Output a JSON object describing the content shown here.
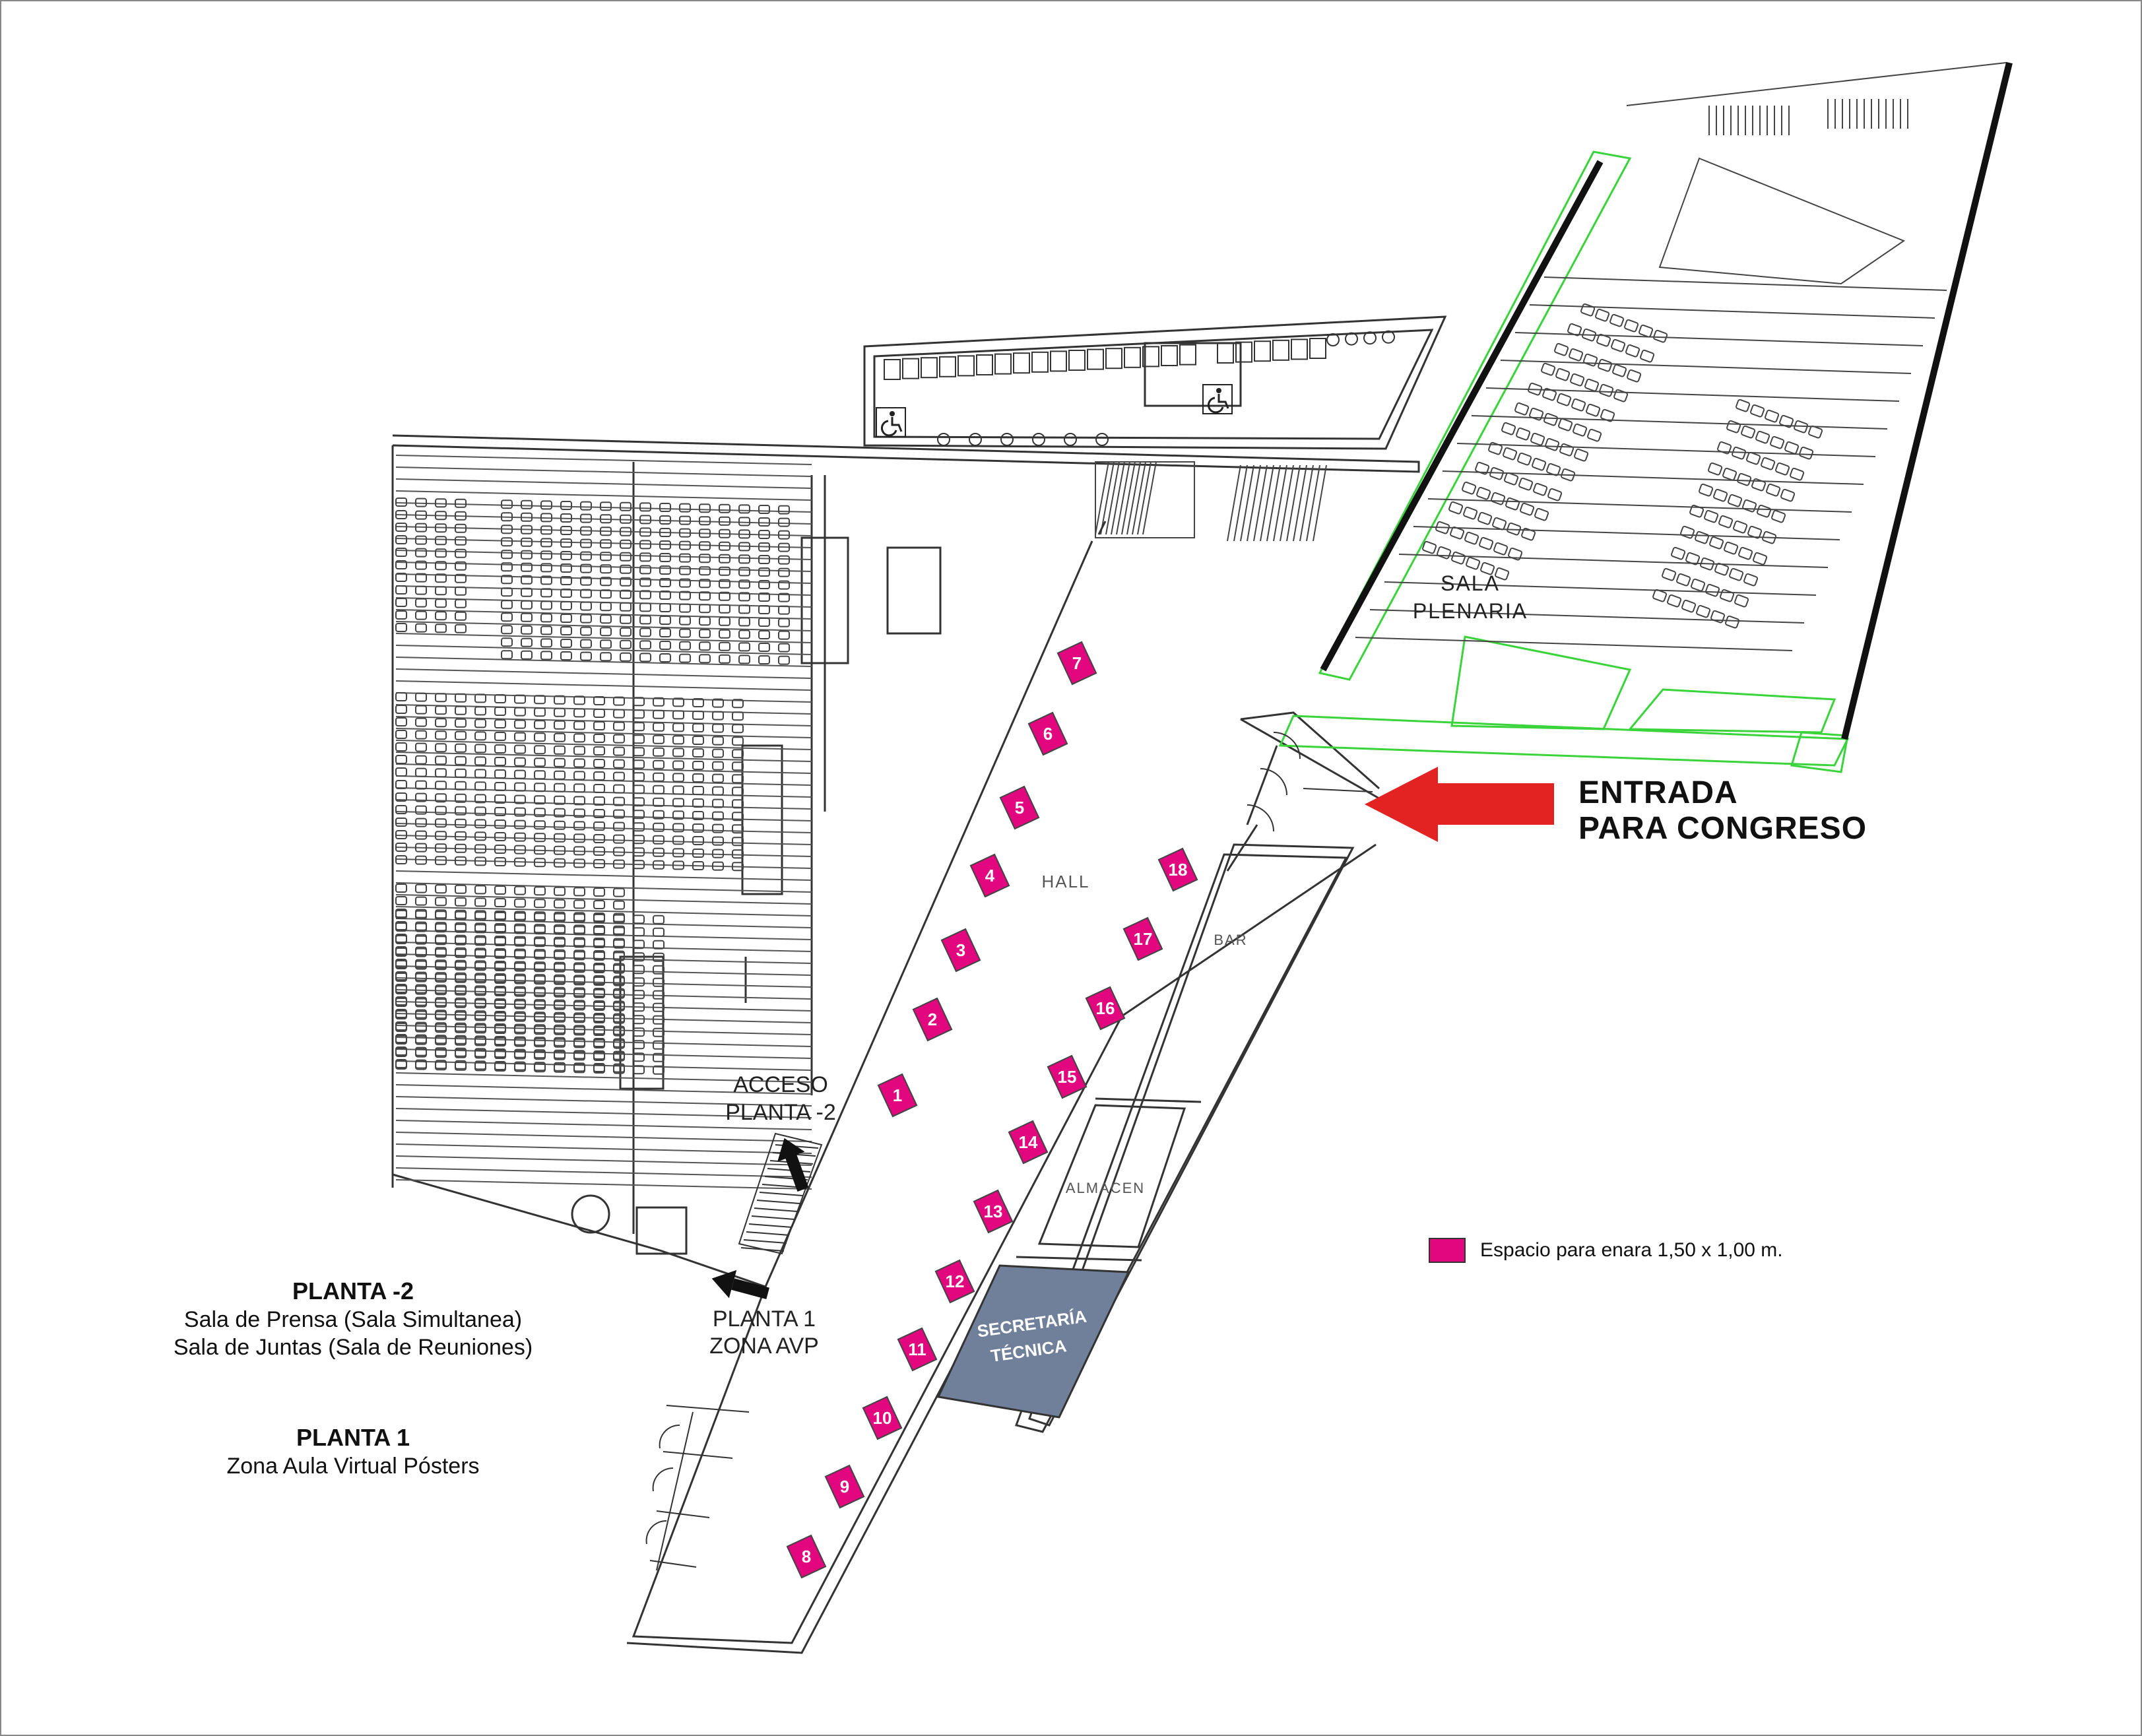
{
  "colors": {
    "stand": "#e2067f",
    "secretaria": "#71809a",
    "arrow": "#e32322",
    "plenary_outline": "#39d43a",
    "wall": "#333333"
  },
  "icons": [
    "wheelchair-icon",
    "wheelchair-icon",
    "arrow-up-icon",
    "arrow-left-icon",
    "entrance-arrow-icon"
  ],
  "rooms": {
    "sala_plenaria": [
      "SALA",
      "PLENARIA"
    ],
    "hall": "HALL",
    "bar": "BAR",
    "almacen": "ALMACEN",
    "secretaria": [
      "SECRETARÍA",
      "TÉCNICA"
    ]
  },
  "entrance": {
    "line1": "ENTRADA",
    "line2": "PARA CONGRESO"
  },
  "access": {
    "acceso_line1": "ACCESO",
    "acceso_line2": "PLANTA -2",
    "planta1_line1": "PLANTA 1",
    "planta1_line2": "ZONA AVP"
  },
  "notes": {
    "planta_m2_title": "PLANTA -2",
    "planta_m2_item1": "Sala de Prensa (Sala Simultanea)",
    "planta_m2_item2": "Sala de Juntas (Sala de Reuniones)",
    "planta1_title": "PLANTA 1",
    "planta1_item1": "Zona Aula Virtual Pósters"
  },
  "legend": {
    "label": "Espacio para enara 1,50 x 1,00 m."
  },
  "stands": [
    "1",
    "2",
    "3",
    "4",
    "5",
    "6",
    "7",
    "8",
    "9",
    "10",
    "11",
    "12",
    "13",
    "14",
    "15",
    "16",
    "17",
    "18"
  ]
}
